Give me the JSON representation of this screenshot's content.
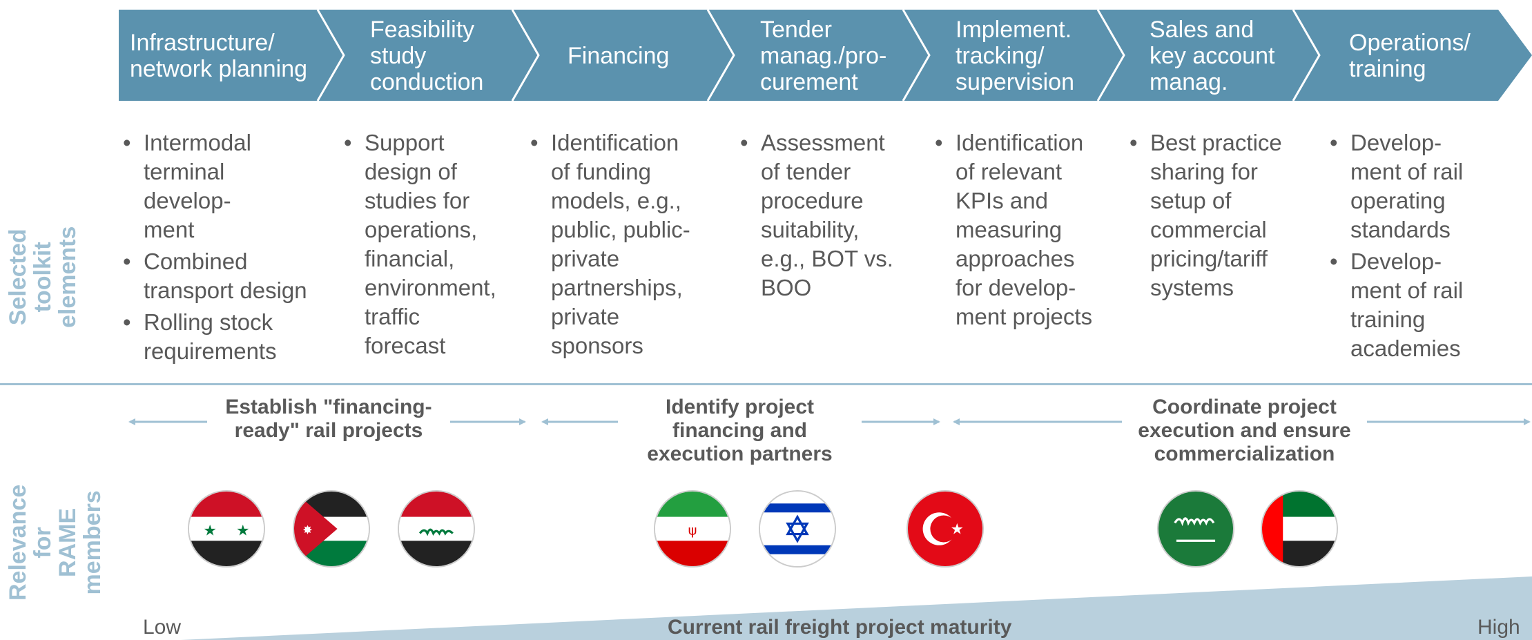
{
  "process_steps": [
    {
      "label": "Infrastructure/\nnetwork planning"
    },
    {
      "label": "Feasibility\nstudy\nconduction"
    },
    {
      "label": "Financing"
    },
    {
      "label": "Tender\nmanag./pro-\ncurement"
    },
    {
      "label": "Implement.\ntracking/\nsupervision"
    },
    {
      "label": "Sales and\nkey account\nmanag."
    },
    {
      "label": "Operations/\ntraining"
    }
  ],
  "side_labels": {
    "toolkit": "Selected toolkit\nelements",
    "relevance": "Relevance for\nRAME\nmembers"
  },
  "toolkit": [
    {
      "items": [
        "Intermodal\nterminal\ndevelop-\nment",
        "Combined\ntransport design",
        "Rolling stock\nrequirements"
      ]
    },
    {
      "items": [
        "Support\ndesign of\nstudies for\noperations,\nfinancial,\nenvironment,\ntraffic\nforecast"
      ]
    },
    {
      "items": [
        "Identification\nof funding\nmodels, e.g.,\npublic, public-\nprivate\npartnerships,\nprivate\nsponsors"
      ]
    },
    {
      "items": [
        "Assessment\nof tender\nprocedure\nsuitability,\ne.g., BOT vs.\nBOO"
      ]
    },
    {
      "items": [
        "Identification\nof relevant\nKPIs and\nmeasuring\napproaches\nfor develop-\nment projects"
      ]
    },
    {
      "items": [
        "Best practice\nsharing for\nsetup of\ncommercial\npricing/tariff\nsystems"
      ]
    },
    {
      "items": [
        "Develop-\nment of rail\noperating\nstandards",
        "Develop-\nment of rail\ntraining\nacademies"
      ]
    }
  ],
  "relevance_bands": [
    {
      "title": "Establish \"financing-\nready\" rail projects"
    },
    {
      "title": "Identify project\nfinancing and\nexecution partners"
    },
    {
      "title": "Coordinate project\nexecution and ensure\ncommercialization"
    }
  ],
  "flags": [
    {
      "icon": "syria-flag-icon"
    },
    {
      "icon": "jordan-flag-icon"
    },
    {
      "icon": "iraq-flag-icon"
    },
    {
      "icon": "iran-flag-icon"
    },
    {
      "icon": "israel-flag-icon"
    },
    {
      "icon": "turkey-flag-icon"
    },
    {
      "icon": "saudi-arabia-flag-icon"
    },
    {
      "icon": "uae-flag-icon"
    }
  ],
  "maturity": {
    "low": "Low",
    "title": "Current rail freight project maturity",
    "high": "High"
  },
  "colors": {
    "chevron": "#5b92ae",
    "accent_light": "#9fc0d3",
    "wedge": "#b9d0dd",
    "text": "#595959"
  }
}
